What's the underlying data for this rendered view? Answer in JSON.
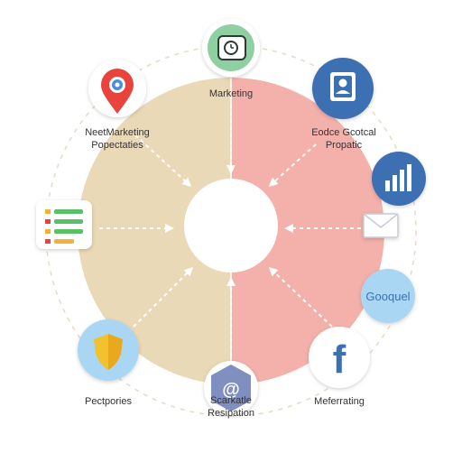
{
  "diagram": {
    "center_label": "",
    "colors": {
      "left_half": "#ead9b6",
      "right_half": "#f4b0ab",
      "dashed_ring": "#e8e0c8",
      "arrow": "#ffffff"
    },
    "nodes": {
      "top": {
        "label": "Marketing",
        "icon": "clock-app-icon",
        "color": "#8fd0a2"
      },
      "top_left": {
        "label_line1": "NeetMarketing",
        "label_line2": "Popectaties",
        "icon": "map-pin-icon",
        "color": "#e8443d"
      },
      "top_right": {
        "label_line1": "Eodce Gcotcal",
        "label_line2": "Propatic",
        "icon": "profile-card-icon",
        "color": "#3d70b3"
      },
      "right_upper": {
        "icon": "bar-chart-icon",
        "color": "#3d70b3"
      },
      "right_mail": {
        "icon": "envelope-icon",
        "color": "#d6d9e0"
      },
      "right_lower": {
        "label": "Gooquel",
        "icon": "gooquel-badge-icon",
        "color": "#a9d6f2"
      },
      "left_mid": {
        "icon": "checklist-icon",
        "color": "#5bbf6a"
      },
      "bottom_left": {
        "label": "Pectpories",
        "icon": "shield-icon",
        "color": "#f2c12e"
      },
      "bottom": {
        "label_line1": "Scarkatle",
        "label_line2": "Resipation",
        "icon": "at-sign-icon",
        "color": "#7f8fc0"
      },
      "bottom_right": {
        "label": "Meferrating",
        "icon": "facebook-icon",
        "color": "#3d70b3"
      }
    }
  }
}
